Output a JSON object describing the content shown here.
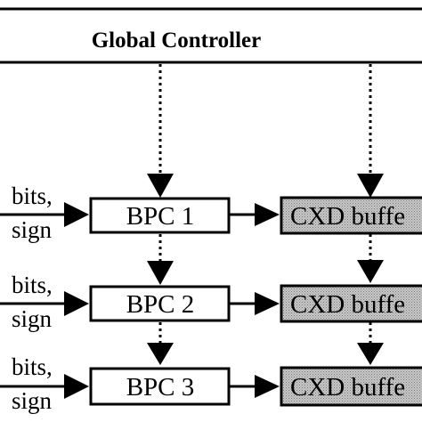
{
  "global_controller": {
    "label": "Global Controller"
  },
  "stages": [
    {
      "input_line1": "bits,",
      "input_line2": "sign",
      "bpc_label": "BPC 1",
      "cxd_label": "CXD buffe"
    },
    {
      "input_line1": "bits,",
      "input_line2": "sign",
      "bpc_label": "BPC 2",
      "cxd_label": "CXD buffe"
    },
    {
      "input_line1": "bits,",
      "input_line2": "sign",
      "bpc_label": "BPC 3",
      "cxd_label": "CXD buffe"
    }
  ],
  "colors": {
    "line": "#000000",
    "cxd_fill": "#bdbdbd",
    "background": "#ffffff"
  }
}
